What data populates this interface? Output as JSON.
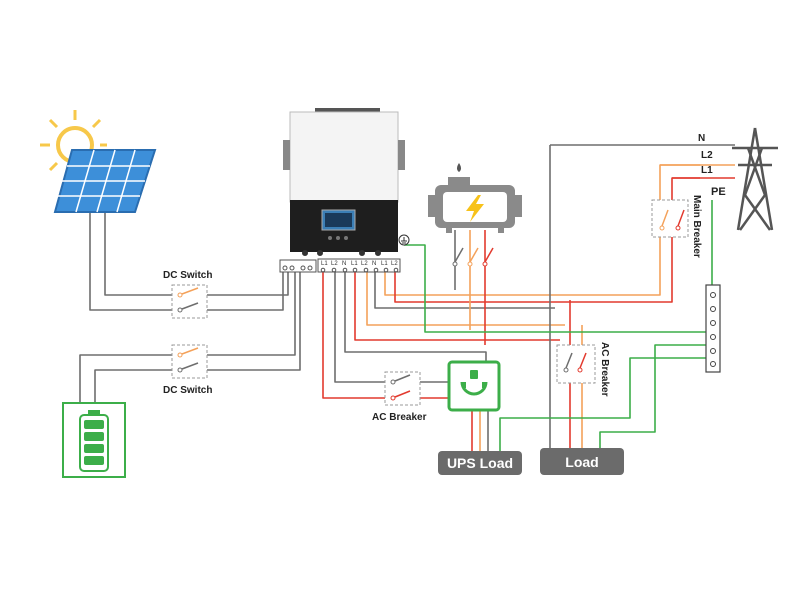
{
  "labels": {
    "dc_switch_pv": "DC Switch",
    "dc_switch_batt": "DC Switch",
    "ac_breaker_ups": "AC Breaker",
    "ac_breaker_load": "AC Breaker",
    "main_breaker": "Main Breaker",
    "pe": "PE",
    "n": "N",
    "l2": "L2",
    "l1": "L1",
    "ups_load": "UPS Load",
    "load": "Load"
  },
  "terminals": [
    "L1",
    "L2",
    "N",
    "L1",
    "L2",
    "N",
    "L1",
    "L2"
  ],
  "colors": {
    "wire_gray": "#6e6e6e",
    "wire_red": "#e23a2e",
    "wire_orange": "#f4a15a",
    "wire_green": "#3cae49",
    "battery_green": "#3cae49",
    "inverter_dark": "#1e1e1e",
    "load_box": "#6b6b6b",
    "sun": "#f7c84a",
    "solar_blue": "#3d8fd9"
  },
  "icons": [
    "sun-icon",
    "solar-panel-icon",
    "battery-icon",
    "inverter-icon",
    "generator-icon",
    "grid-tower-icon",
    "ground-icon",
    "outlet-icon"
  ]
}
